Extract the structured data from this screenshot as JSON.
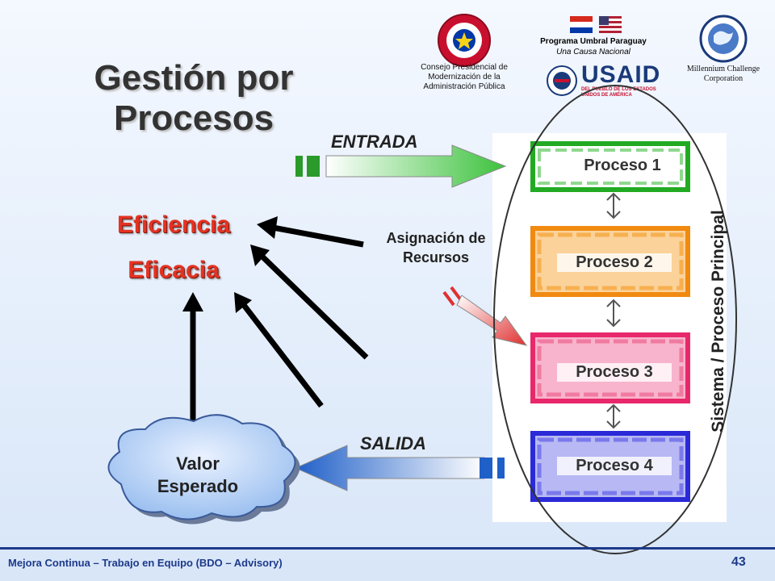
{
  "title": "Gestión por Procesos",
  "logos": {
    "consejo": "Consejo Presidencial de Modernización de la Administración Pública",
    "programa_title": "Programa Umbral Paraguay",
    "programa_sub": "Una Causa Nacional",
    "usaid_word": "USAID",
    "usaid_sub": "DEL PUEBLO DE LOS ESTADOS UNIDOS DE AMÉRICA",
    "mcc": "Millennium Challenge Corporation"
  },
  "labels": {
    "eficiencia": "Eficiencia",
    "eficacia": "Eficacia",
    "entrada": "ENTRADA",
    "salida": "SALIDA",
    "asignacion": "Asignación de Recursos",
    "valor": "Valor Esperado",
    "sistema": "Sistema / Proceso Principal"
  },
  "processes": [
    {
      "label": "Proceso 1",
      "color": "#22aa22"
    },
    {
      "label": "Proceso 2",
      "color": "#f08a10"
    },
    {
      "label": "Proceso 3",
      "color": "#e8286a"
    },
    {
      "label": "Proceso 4",
      "color": "#2a2ad8"
    }
  ],
  "footer": {
    "text": "Mejora Continua – Trabajo en Equipo (BDO – Advisory)",
    "page": "43"
  },
  "colors": {
    "entrada_arrow": "#3cc23c",
    "salida_arrow": "#1f5fc8",
    "recurso_arrow": "#e03030",
    "title_text": "#333333",
    "footer": "#1d3a8a"
  }
}
